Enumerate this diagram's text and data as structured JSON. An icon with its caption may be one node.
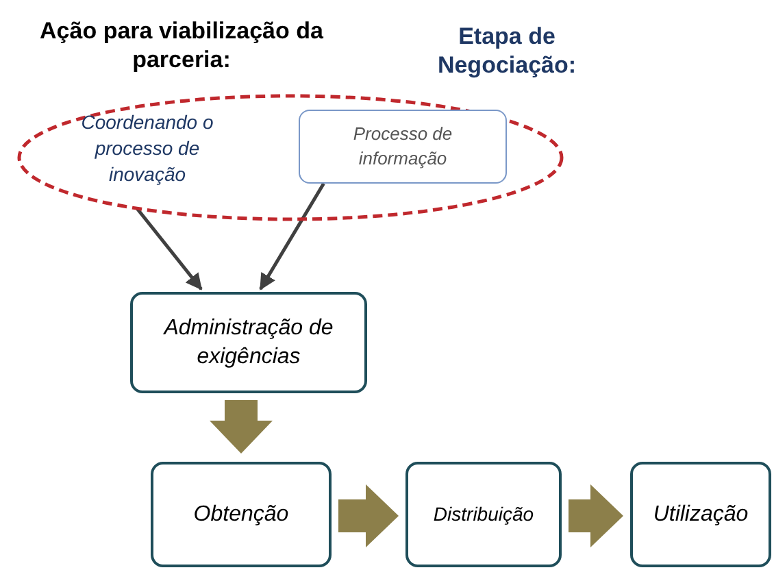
{
  "diagram": {
    "nodes": [
      {
        "text": [
          "Coordenando o processo de inovação"
        ]
      },
      {
        "text": [
          "Processo de informação"
        ],
        "in": 0
      },
      {
        "text": [
          "Administração de exigências"
        ]
      },
      {
        "text": [
          "Obtenção"
        ]
      },
      {
        "text": [
          "Distribuição"
        ]
      },
      {
        "text": [
          "Utilização"
        ]
      }
    ],
    "edges": [
      {
        "from": 0,
        "to": 2,
        "arrow": "to",
        "color": "#404040"
      },
      {
        "from": 1,
        "to": 2,
        "arrow": "to",
        "color": "#404040"
      },
      {
        "from": 2,
        "to": 3,
        "arrow": "to"
      },
      {
        "from": 3,
        "to": 4,
        "arrow": "to"
      },
      {
        "from": 4,
        "to": 5,
        "arrow": "to"
      }
    ],
    "labels": [
      "Ação para viabilização da parceria:",
      "Etapa de Negociação:"
    ]
  }
}
